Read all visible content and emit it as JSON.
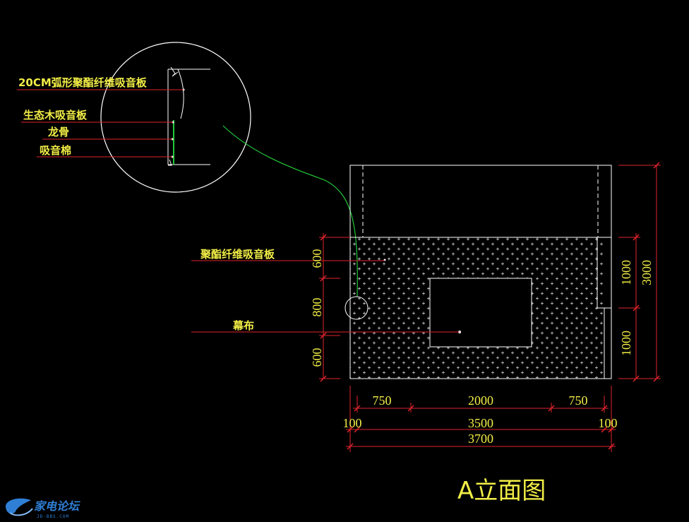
{
  "labels": {
    "arc_panel": "20CM弧形聚酯纤维吸音板",
    "eco_wood": "生态木吸音板",
    "keel": "龙骨",
    "acoustic_cotton": "吸音棉",
    "polyester_panel": "聚酯纤维吸音板",
    "screen": "幕布"
  },
  "dimensions": {
    "left_top": "600",
    "left_mid": "800",
    "left_bot": "600",
    "right_upper": "1000",
    "right_lower": "1000",
    "right_total": "3000",
    "bottom_left": "750",
    "bottom_mid": "2000",
    "bottom_right": "750",
    "margin_left": "100",
    "inner_width": "3500",
    "margin_right": "100",
    "total_width": "3700"
  },
  "title": "A立面图",
  "watermark": {
    "name": "家电论坛",
    "url": "JD-BBS.COM"
  },
  "colors": {
    "background": "#000000",
    "drawing": "#ffffff",
    "leader": "#e0232d",
    "text": "#f2ee46",
    "highlight": "#22c93a"
  }
}
